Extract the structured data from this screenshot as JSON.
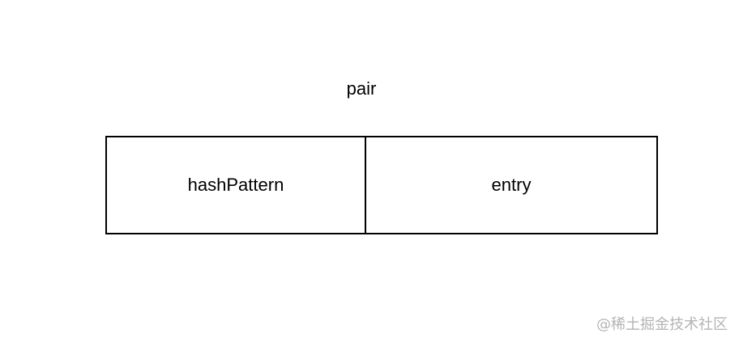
{
  "diagram": {
    "title": "pair",
    "fields": [
      {
        "label": "hashPattern"
      },
      {
        "label": "entry"
      }
    ]
  },
  "watermark": {
    "text": "@稀土掘金技术社区"
  }
}
